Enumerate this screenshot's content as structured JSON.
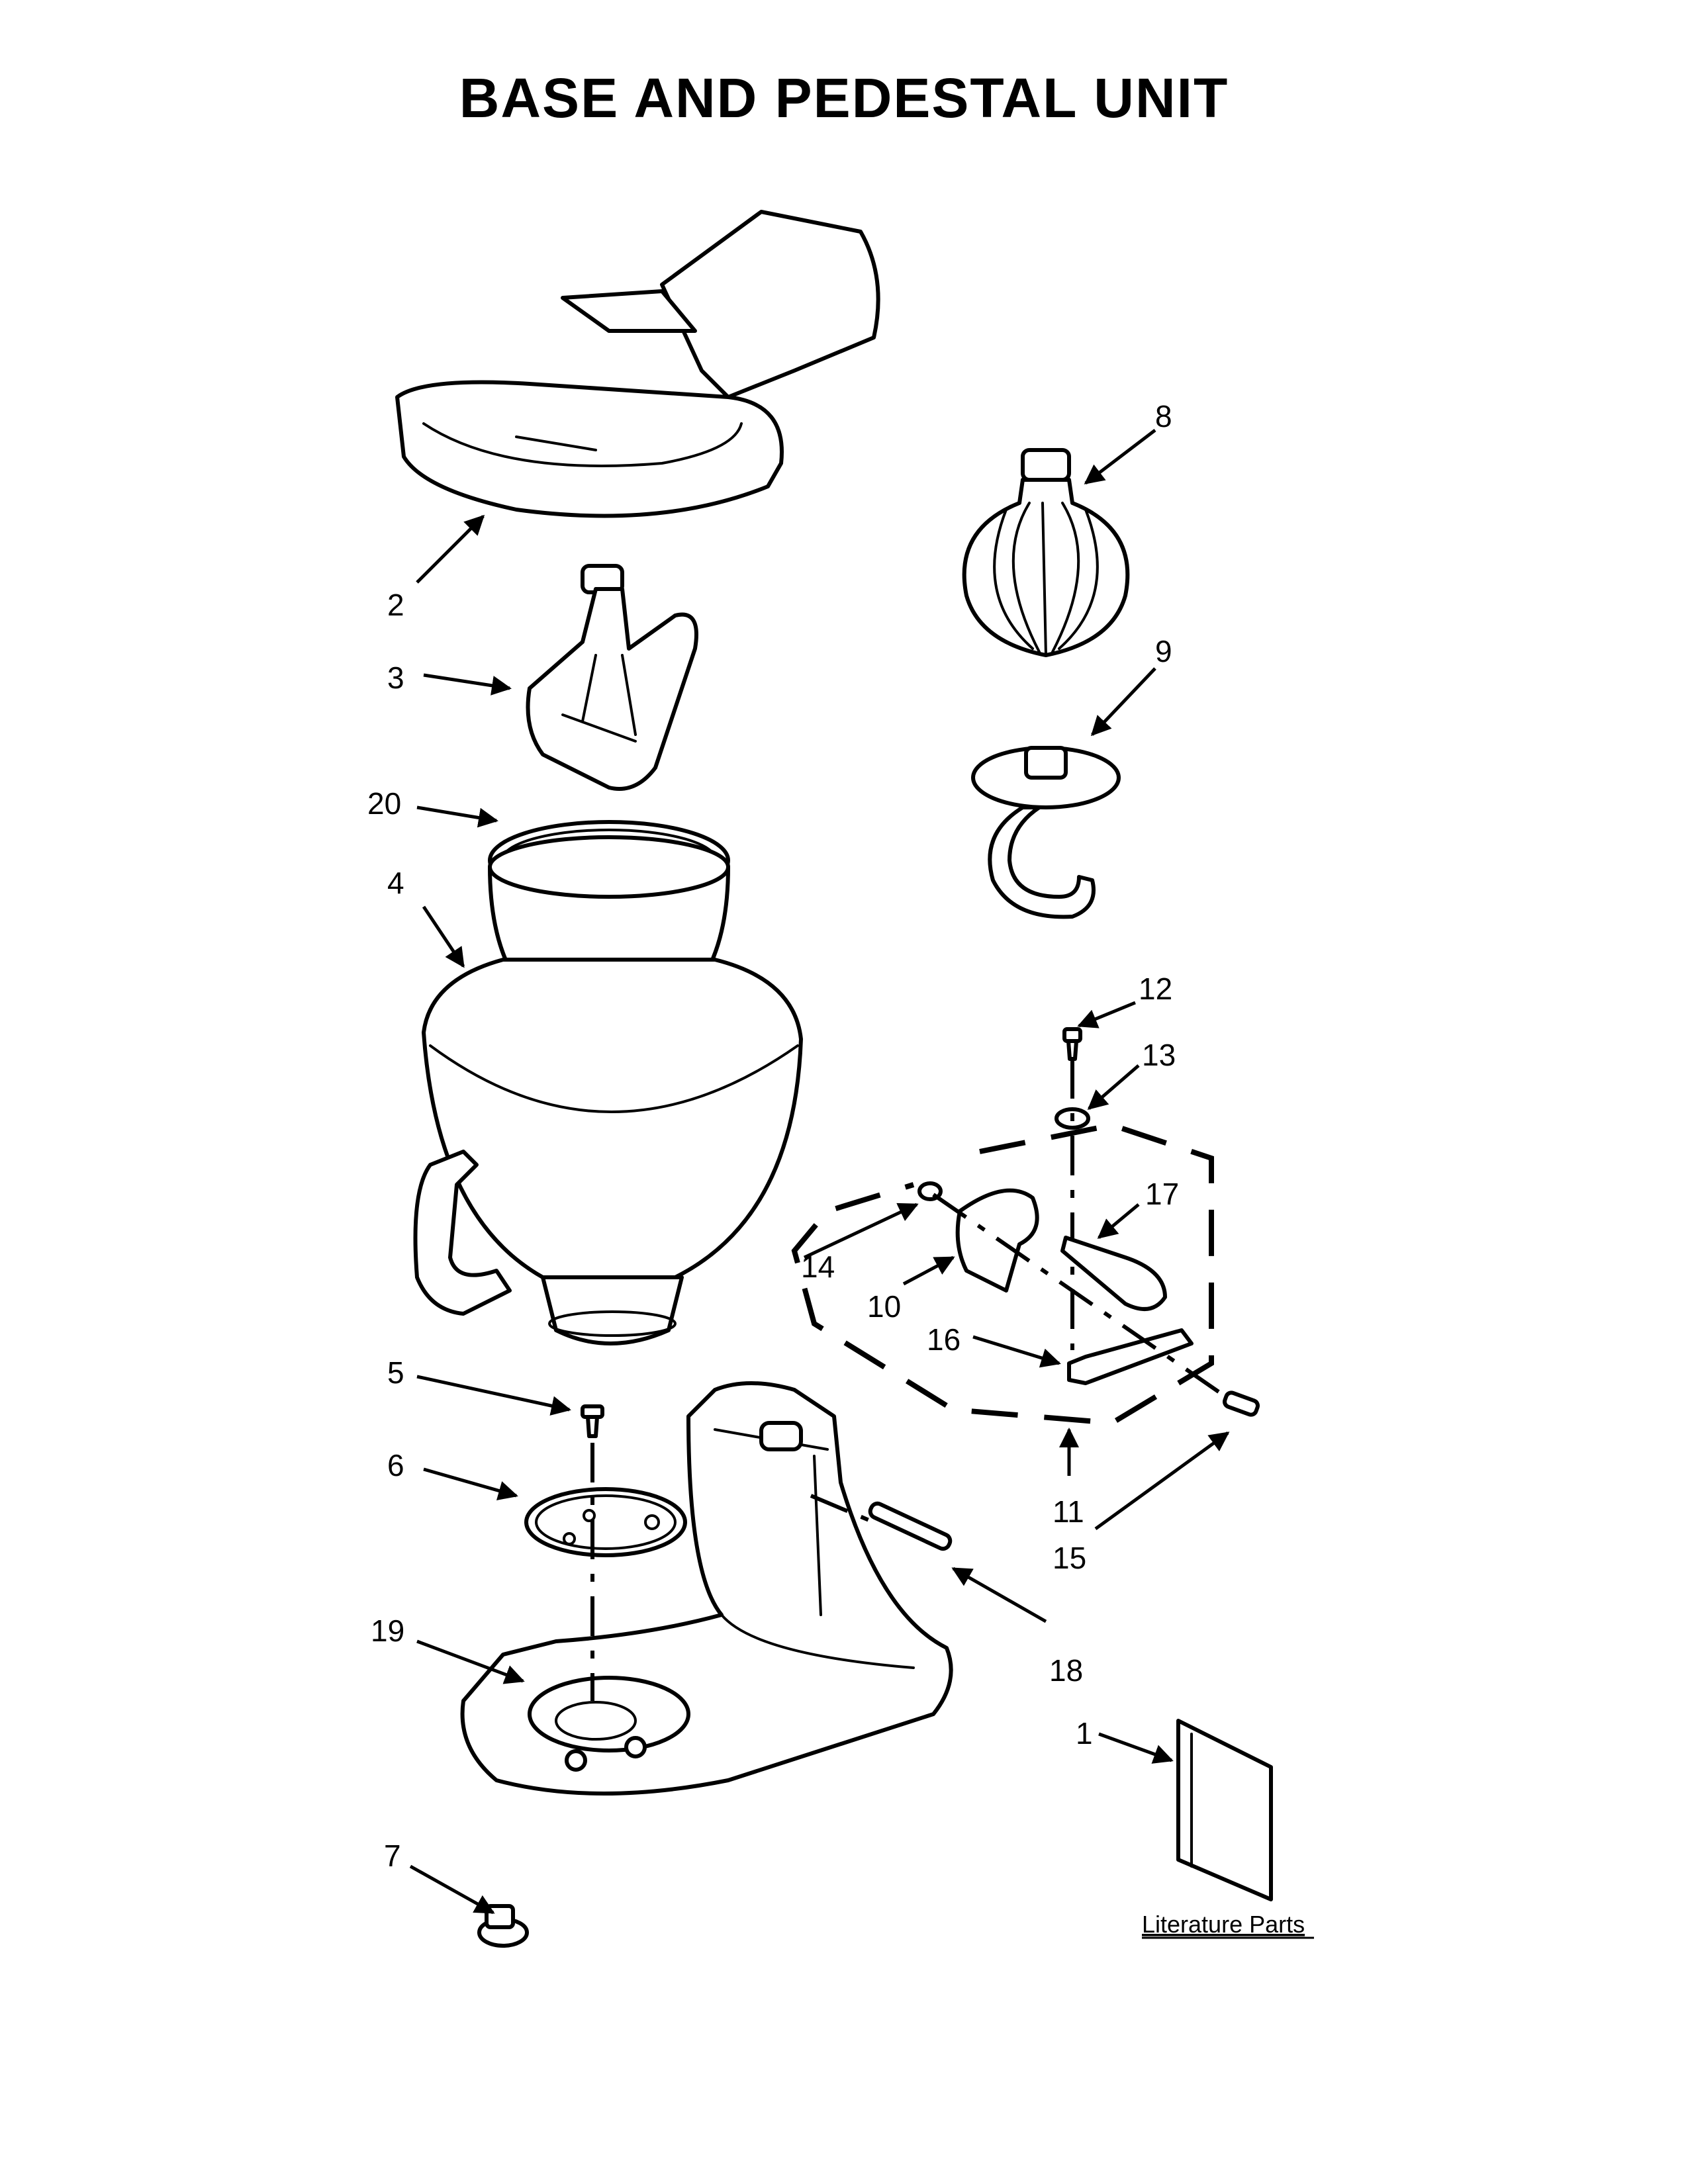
{
  "title": "BASE AND PEDESTAL UNIT",
  "callouts": [
    "1",
    "2",
    "3",
    "4",
    "5",
    "6",
    "7",
    "8",
    "9",
    "10",
    "11",
    "12",
    "13",
    "14",
    "15",
    "16",
    "17",
    "18",
    "19",
    "20"
  ],
  "literature_label": "Literature Parts"
}
